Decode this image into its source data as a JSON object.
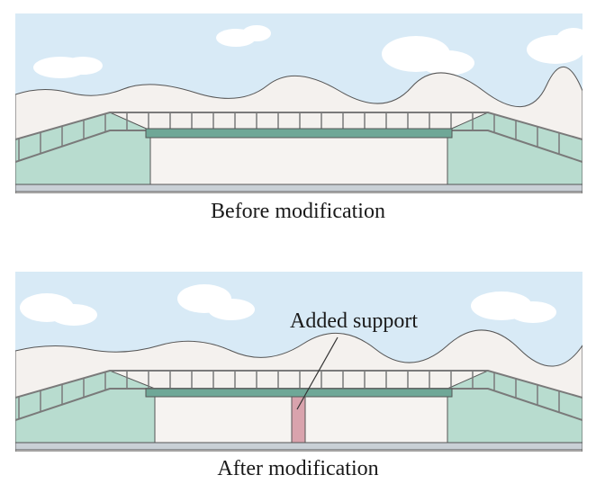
{
  "captions": {
    "before": "Before modification",
    "after": "After modification"
  },
  "callout": {
    "label": "Added support"
  },
  "colors": {
    "sky": "#d8eaf6",
    "cloud": "#ffffff",
    "ground": "#f4f1ee",
    "embankment": "#b8dccf",
    "deck": "#6fa797",
    "road": "#c9d0d6",
    "railing": "#7a7a7a",
    "support": "#d9a3ad",
    "line": "#555555"
  }
}
